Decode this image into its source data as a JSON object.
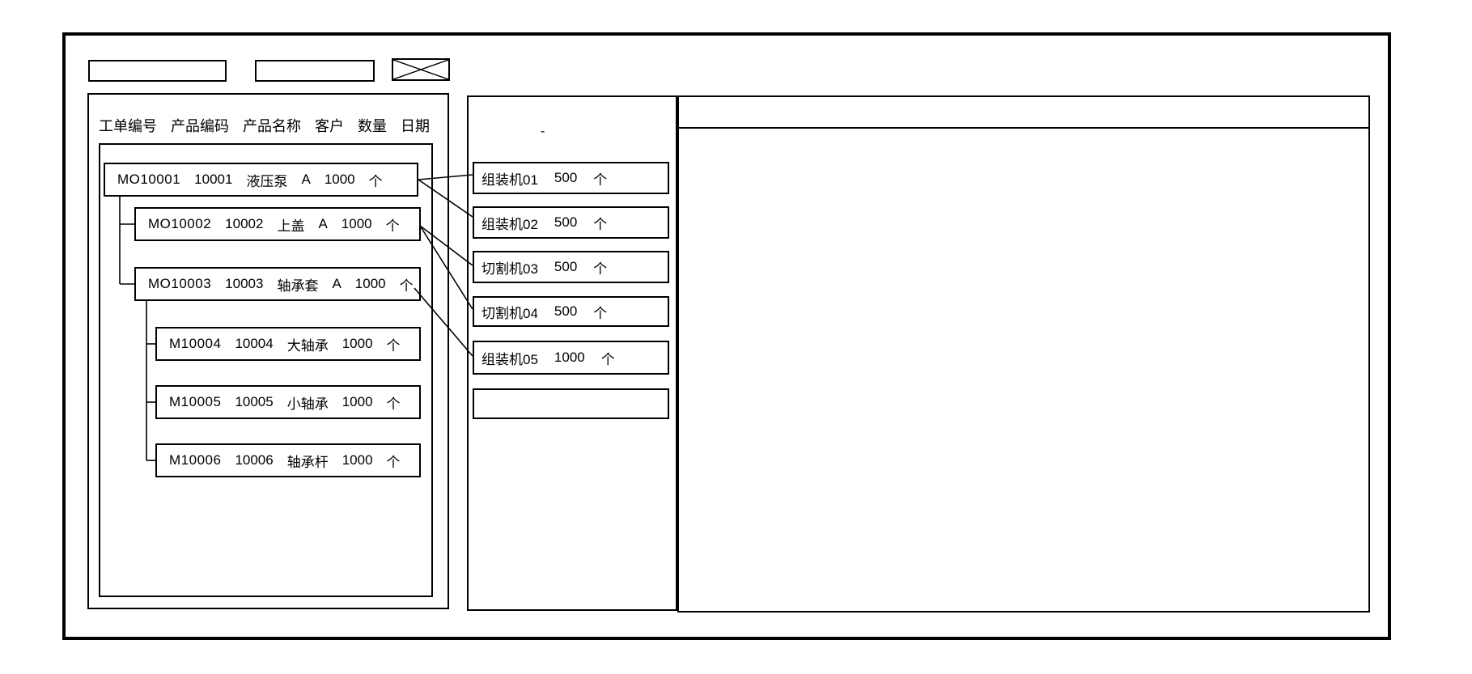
{
  "toolbar": {
    "field1_value": "",
    "field2_value": ""
  },
  "left_panel": {
    "header": [
      "工单编号",
      "产品编码",
      "产品名称",
      "客户",
      "数量",
      "日期"
    ],
    "rows": [
      {
        "order_no": "MO10001",
        "product_code": "10001",
        "product_name": "液压泵",
        "customer": "A",
        "qty": "1000",
        "unit": "个"
      },
      {
        "order_no": "MO10002",
        "product_code": "10002",
        "product_name": "上盖",
        "customer": "A",
        "qty": "1000",
        "unit": "个"
      },
      {
        "order_no": "MO10003",
        "product_code": "10003",
        "product_name": "轴承套",
        "customer": "A",
        "qty": "1000",
        "unit": "个"
      },
      {
        "order_no": "M10004",
        "product_code": "10004",
        "product_name": "大轴承",
        "customer": "",
        "qty": "1000",
        "unit": "个"
      },
      {
        "order_no": "M10005",
        "product_code": "10005",
        "product_name": "小轴承",
        "customer": "",
        "qty": "1000",
        "unit": "个"
      },
      {
        "order_no": "M10006",
        "product_code": "10006",
        "product_name": "轴承杆",
        "customer": "",
        "qty": "1000",
        "unit": "个"
      }
    ]
  },
  "middle_panel": {
    "note": "-",
    "machines": [
      {
        "name": "组装机01",
        "qty": "500",
        "unit": "个"
      },
      {
        "name": "组装机02",
        "qty": "500",
        "unit": "个"
      },
      {
        "name": "切割机03",
        "qty": "500",
        "unit": "个"
      },
      {
        "name": "切割机04",
        "qty": "500",
        "unit": "个"
      },
      {
        "name": "组装机05",
        "qty": "1000",
        "unit": "个"
      },
      {
        "name": "",
        "qty": "",
        "unit": ""
      }
    ]
  },
  "right_panel": {
    "content": ""
  },
  "colors": {
    "line": "#000000",
    "background": "#ffffff"
  }
}
